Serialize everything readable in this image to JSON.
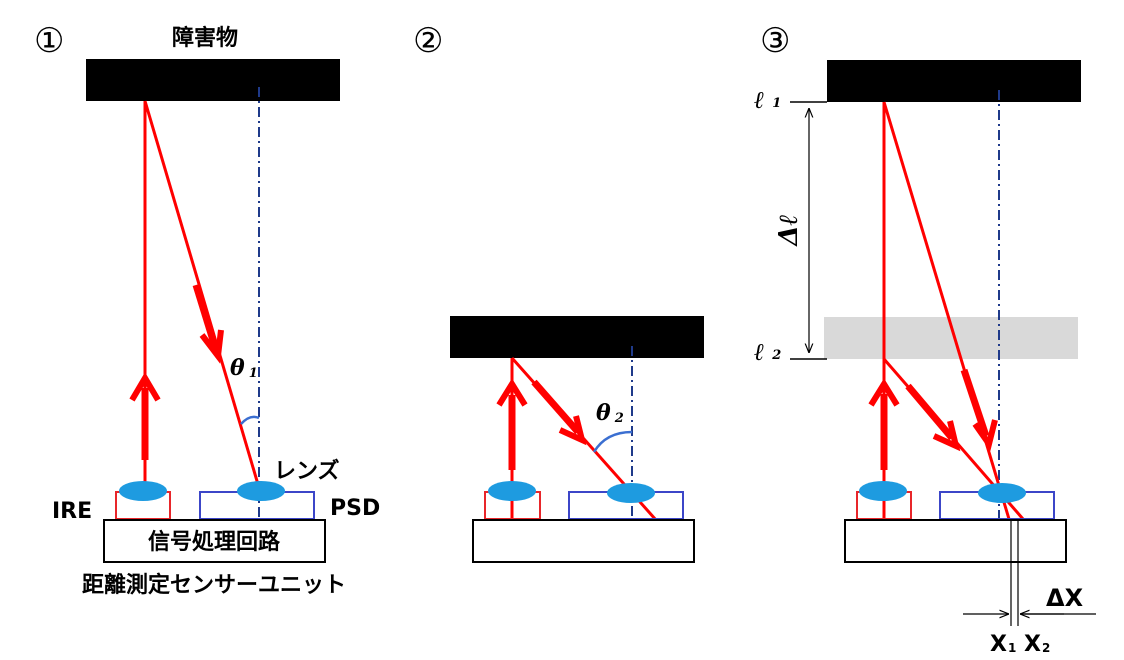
{
  "panel1": {
    "number": "①",
    "obstacle_label": "障害物",
    "theta_label": "θ",
    "theta_sub": "1",
    "lens_label": "レンズ",
    "ire_label": "IRE",
    "psd_label": "PSD",
    "unit_label": "信号処理回路",
    "caption": "距離測定センサーユニット"
  },
  "panel2": {
    "number": "②",
    "theta_label": "θ",
    "theta_sub": "2"
  },
  "panel3": {
    "number": "③",
    "l1_label": "ℓ",
    "l1_sub": "1",
    "l2_label": "ℓ",
    "l2_sub": "2",
    "delta_l_label": "Δℓ",
    "delta_x_label": "ΔX",
    "x1_label": "X",
    "x1_sub": "1",
    "x2_label": "X",
    "x2_sub": "2"
  },
  "colors": {
    "beam": "#ff0000",
    "lens": "#1e9be0",
    "ire_box": "#e8262a",
    "psd_box": "#3c46c8",
    "obstacle": "#000000",
    "obstacle_moved": "#d9d9d9",
    "axis": "#1f3a8a"
  }
}
